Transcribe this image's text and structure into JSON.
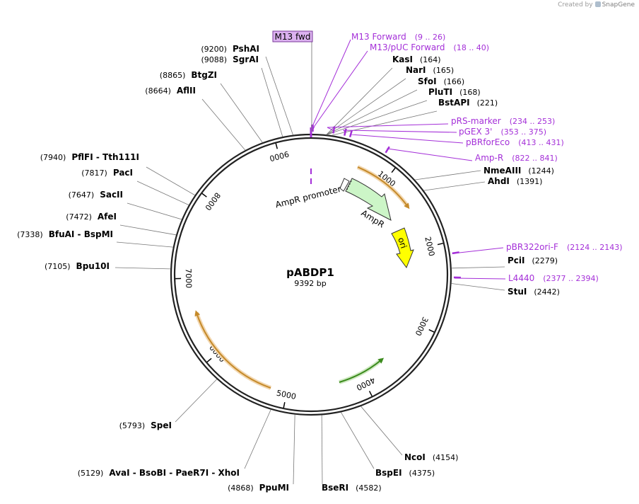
{
  "credit": {
    "prefix": "Created by",
    "brand": "SnapGene"
  },
  "plasmid": {
    "name": "pABDP1",
    "size": "9392 bp",
    "length": 9392
  },
  "ticks": [
    {
      "label": "1000",
      "bp": 1000
    },
    {
      "label": "2000",
      "bp": 2000
    },
    {
      "label": "3000",
      "bp": 3000
    },
    {
      "label": "4000",
      "bp": 4000
    },
    {
      "label": "5000",
      "bp": 5000
    },
    {
      "label": "6000",
      "bp": 6000
    },
    {
      "label": "7000",
      "bp": 7000
    },
    {
      "label": "8000",
      "bp": 8000
    },
    {
      "label": "9000",
      "bp": 9000
    }
  ],
  "enzymes": [
    {
      "name": "PshAI",
      "pos": "(9200)",
      "bp": 9200,
      "side": "left"
    },
    {
      "name": "SgrAI",
      "pos": "(9088)",
      "bp": 9088,
      "side": "left"
    },
    {
      "name": "BtgZI",
      "pos": "(8865)",
      "bp": 8865,
      "side": "left"
    },
    {
      "name": "AflII",
      "pos": "(8664)",
      "bp": 8664,
      "side": "left"
    },
    {
      "name": "PflFI  - Tth111I",
      "pos": "(7940)",
      "bp": 7940,
      "side": "left"
    },
    {
      "name": "PacI",
      "pos": "(7817)",
      "bp": 7817,
      "side": "left"
    },
    {
      "name": "SacII",
      "pos": "(7647)",
      "bp": 7647,
      "side": "left"
    },
    {
      "name": "AfeI",
      "pos": "(7472)",
      "bp": 7472,
      "side": "left"
    },
    {
      "name": "BfuAI  - BspMI",
      "pos": "(7338)",
      "bp": 7338,
      "side": "left"
    },
    {
      "name": "Bpu10I",
      "pos": "(7105)",
      "bp": 7105,
      "side": "left"
    },
    {
      "name": "SpeI",
      "pos": "(5793)",
      "bp": 5793,
      "side": "left"
    },
    {
      "name": "AvaI  - BsoBI  - PaeR7I  - XhoI",
      "pos": "(5129)",
      "bp": 5129,
      "side": "left"
    },
    {
      "name": "PpuMI",
      "pos": "(4868)",
      "bp": 4868,
      "side": "left"
    },
    {
      "name": "KasI",
      "pos": "(164)",
      "bp": 164,
      "side": "right"
    },
    {
      "name": "NarI",
      "pos": "(165)",
      "bp": 165,
      "side": "right"
    },
    {
      "name": "SfoI",
      "pos": "(166)",
      "bp": 166,
      "side": "right"
    },
    {
      "name": "PluTI",
      "pos": "(168)",
      "bp": 168,
      "side": "right"
    },
    {
      "name": "BstAPI",
      "pos": "(221)",
      "bp": 221,
      "side": "right"
    },
    {
      "name": "NmeAIII",
      "pos": "(1244)",
      "bp": 1244,
      "side": "right"
    },
    {
      "name": "AhdI",
      "pos": "(1391)",
      "bp": 1391,
      "side": "right"
    },
    {
      "name": "PciI",
      "pos": "(2279)",
      "bp": 2279,
      "side": "right"
    },
    {
      "name": "StuI",
      "pos": "(2442)",
      "bp": 2442,
      "side": "right"
    },
    {
      "name": "NcoI",
      "pos": "(4154)",
      "bp": 4154,
      "side": "right"
    },
    {
      "name": "BspEI",
      "pos": "(4375)",
      "bp": 4375,
      "side": "right"
    },
    {
      "name": "BseRI",
      "pos": "(4582)",
      "bp": 4582,
      "side": "right"
    }
  ],
  "primers": [
    {
      "name": "M13 Forward",
      "pos": "(9 .. 26)",
      "bp": 9
    },
    {
      "name": "M13/pUC Forward",
      "pos": "(18 .. 40)",
      "bp": 18
    },
    {
      "name": "pRS-marker",
      "pos": "(234 .. 253)",
      "bp": 234
    },
    {
      "name": "pGEX 3'",
      "pos": "(353 .. 375)",
      "bp": 353
    },
    {
      "name": "pBRforEco",
      "pos": "(413 .. 431)",
      "bp": 413
    },
    {
      "name": "Amp-R",
      "pos": "(822 .. 841)",
      "bp": 822
    },
    {
      "name": "pBR322ori-F",
      "pos": "(2124 .. 2143)",
      "bp": 2124
    },
    {
      "name": "L4440",
      "pos": "(2377 .. 2394)",
      "bp": 2377
    }
  ],
  "highlighted_primer": {
    "label": "M13 fwd"
  },
  "features": [
    {
      "label": "AmpR promoter",
      "type": "promoter",
      "color": "#ffffff"
    },
    {
      "label": "AmpR",
      "type": "cds",
      "color": "#ccf5c7"
    },
    {
      "label": "ori",
      "type": "origin",
      "color": "#ffff00"
    }
  ],
  "colors": {
    "primer": "#a42fd8",
    "backbone": "#222222",
    "orange_arc": "#c58a2a",
    "green_arc": "#3a8a1c",
    "highlight_box": "#dcb2f0"
  }
}
